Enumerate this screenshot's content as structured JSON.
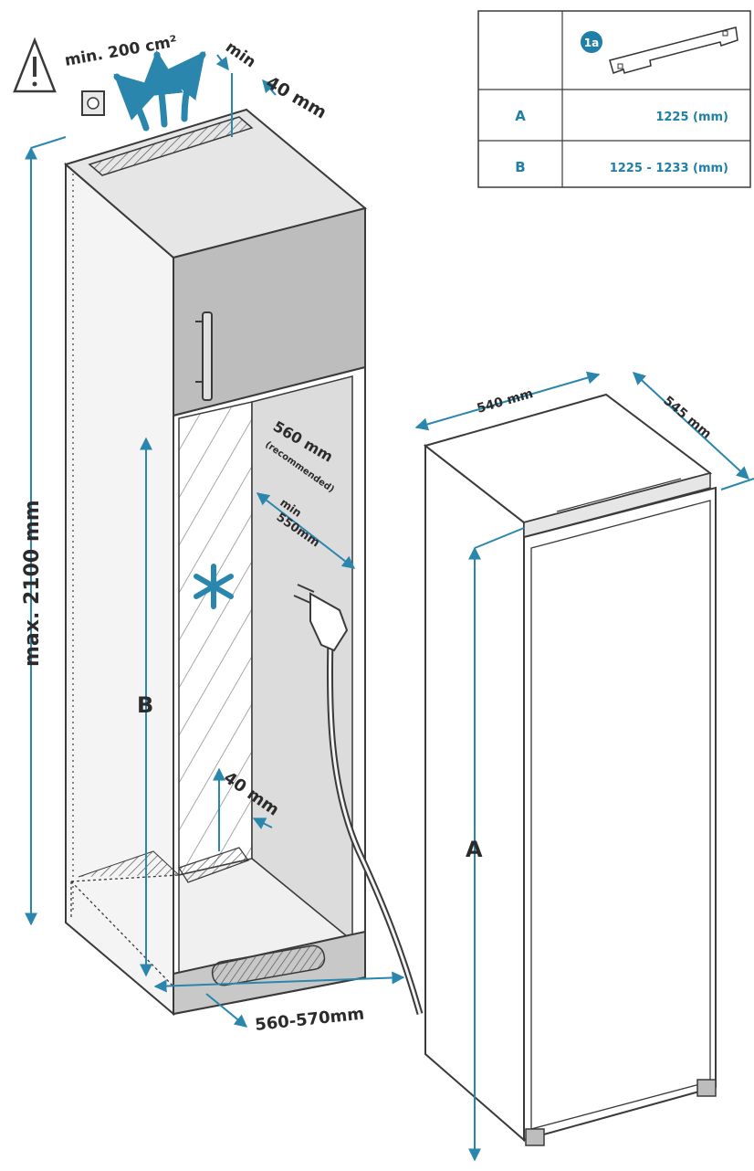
{
  "colors": {
    "accent": "#2a86ad",
    "outline": "#3a3a3a",
    "panel": "#d9d9d9",
    "door": "#bdbdbd"
  },
  "labels": {
    "vent_area": "min. 200 cm²",
    "top_gap_min": "min",
    "top_gap_value": "40 mm",
    "height_max": "max. 2100 mm",
    "depth_recommended": "560 mm",
    "depth_recommended_note": "(recommended)",
    "depth_min_label": "min",
    "depth_min_value": "550mm",
    "rear_gap": "40 mm",
    "niche_width": "560-570mm",
    "dim_b": "B",
    "dim_a": "A",
    "appliance_width": "540 mm",
    "appliance_depth": "545 mm"
  },
  "table": {
    "header_badge": "1a",
    "rows": [
      {
        "key": "A",
        "value": "1225 (mm)"
      },
      {
        "key": "B",
        "value": "1225 - 1233 (mm)"
      }
    ]
  },
  "icons": {
    "warning": "warning-triangle-icon",
    "socket": "power-socket-icon",
    "plug": "power-plug-icon",
    "cold": "snowflake-icon"
  }
}
